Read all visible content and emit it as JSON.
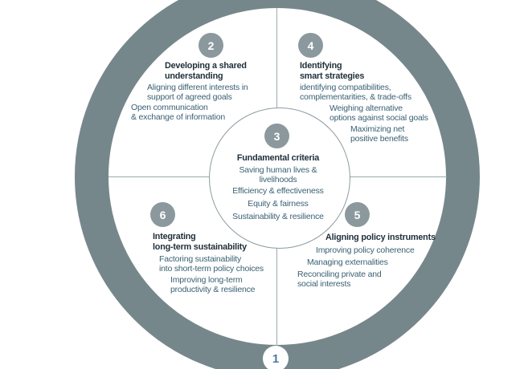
{
  "diagram": {
    "type": "circular-process-diagram",
    "colors": {
      "ring": "#76878c",
      "badge_background": "#8b999e",
      "badge_text": "#ffffff",
      "bottom_badge_background": "#ffffff",
      "bottom_badge_text": "#4a7aa0",
      "heading_text": "#1f2e38",
      "body_text": "#3a6173",
      "divider_line": "#9aa9ae"
    },
    "sections": [
      {
        "number": "1"
      },
      {
        "number": "2",
        "heading": "Developing a shared\nunderstanding",
        "points": [
          "Aligning different interests in\nsupport of agreed goals",
          "Open communication\n& exchange of information"
        ]
      },
      {
        "number": "3",
        "heading": "Fundamental criteria",
        "points": [
          "Saving human lives &\nlivelihoods",
          "Efficiency & effectiveness",
          "Equity & fairness",
          "Sustainability & resilience"
        ]
      },
      {
        "number": "4",
        "heading": "Identifying\nsmart strategies",
        "points": [
          "identifying compatibilities,\ncomplementarities, & trade-offs",
          "Weighing alternative\noptions against social goals",
          "Maximizing net\npositive benefits"
        ]
      },
      {
        "number": "5",
        "heading": "Aligning policy instruments",
        "points": [
          "Improving policy coherence",
          "Managing externalities",
          "Reconciling private and\nsocial interests"
        ]
      },
      {
        "number": "6",
        "heading": "Integrating\nlong-term sustainability",
        "points": [
          "Factoring sustainability\ninto short-term policy choices",
          "Improving long-term\nproductivity & resilience"
        ]
      }
    ]
  }
}
